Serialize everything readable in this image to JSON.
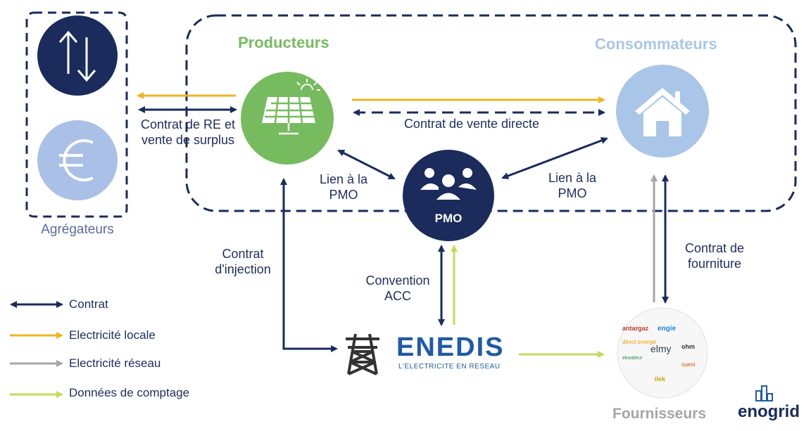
{
  "groups": {
    "aggregators": "Agrégateurs",
    "producers": "Producteurs",
    "consumers": "Consommateurs",
    "suppliers": "Fournisseurs"
  },
  "nodes": {
    "pmo": "PMO",
    "enedis_logo": "ENEDIS",
    "enedis_tagline": "L'ELECTRICITE EN RESEAU"
  },
  "edges": {
    "contrat_re_line1": "Contrat de RE et",
    "contrat_re_line2": "vente de surplus",
    "vente_directe": "Contrat de vente directe",
    "lien_pmo_left_1": "Lien à la",
    "lien_pmo_left_2": "PMO",
    "lien_pmo_right_1": "Lien à la",
    "lien_pmo_right_2": "PMO",
    "injection_1": "Contrat",
    "injection_2": "d'injection",
    "convention_1": "Convention",
    "convention_2": "ACC",
    "fourniture_1": "Contrat de",
    "fourniture_2": "fourniture"
  },
  "legend": [
    {
      "label": "Contrat",
      "color": "#1a2b5c"
    },
    {
      "label": "Electricité locale",
      "color": "#f0b323"
    },
    {
      "label": "Electricité réseau",
      "color": "#a6a6a6"
    },
    {
      "label": "Données de comptage",
      "color": "#c8d95a"
    }
  ],
  "supplier_logos": [
    "antargaz",
    "engie",
    "direct energie",
    "elmy",
    "ekwateur",
    "ilek",
    "ohm",
    "ouest"
  ],
  "brand": "enogrid",
  "colors": {
    "navy": "#1a2b5c",
    "green": "#77bb5f",
    "light_blue": "#a9c6e8",
    "euro_blue": "#aac0e6",
    "orange": "#f0b323",
    "grey": "#a6a6a6",
    "lime": "#c8d95a",
    "enedis_blue": "#1f5aa6"
  }
}
